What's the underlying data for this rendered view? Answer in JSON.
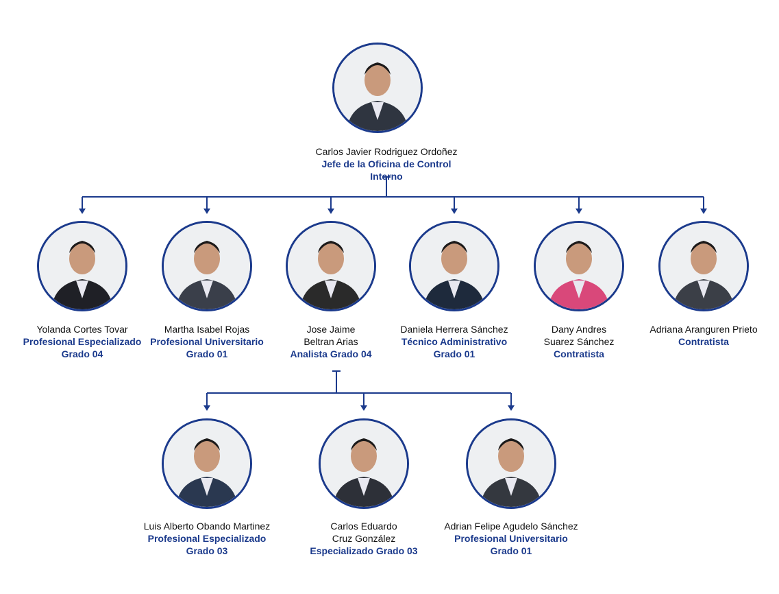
{
  "colors": {
    "accent": "#1b3a8c"
  },
  "head": {
    "name": "Carlos Javier Rodriguez Ordoñez",
    "role": [
      "Jefe de la Oficina de Control Interno"
    ]
  },
  "level2": [
    {
      "name": [
        "Yolanda Cortes Tovar"
      ],
      "role": [
        "Profesional Especializado",
        "Grado 04"
      ]
    },
    {
      "name": [
        "Martha Isabel Rojas"
      ],
      "role": [
        "Profesional Universitario",
        "Grado 01"
      ]
    },
    {
      "name": [
        "Jose Jaime",
        "Beltran Arias"
      ],
      "role": [
        "Analista Grado 04"
      ]
    },
    {
      "name": [
        "Daniela Herrera Sánchez"
      ],
      "role": [
        "Técnico Administrativo",
        "Grado 01"
      ]
    },
    {
      "name": [
        "Dany Andres",
        "Suarez Sánchez"
      ],
      "role": [
        "Contratista"
      ]
    },
    {
      "name": [
        "Adriana Aranguren Prieto"
      ],
      "role": [
        "Contratista"
      ]
    }
  ],
  "level3": [
    {
      "name": [
        "Luis Alberto Obando Martinez"
      ],
      "role": [
        "Profesional Especializado",
        "Grado 03"
      ]
    },
    {
      "name": [
        "Carlos Eduardo",
        "Cruz González"
      ],
      "role": [
        "Especializado Grado 03"
      ]
    },
    {
      "name": [
        "Adrian Felipe Agudelo Sánchez"
      ],
      "role": [
        "Profesional Universitario",
        "Grado 01"
      ]
    }
  ]
}
